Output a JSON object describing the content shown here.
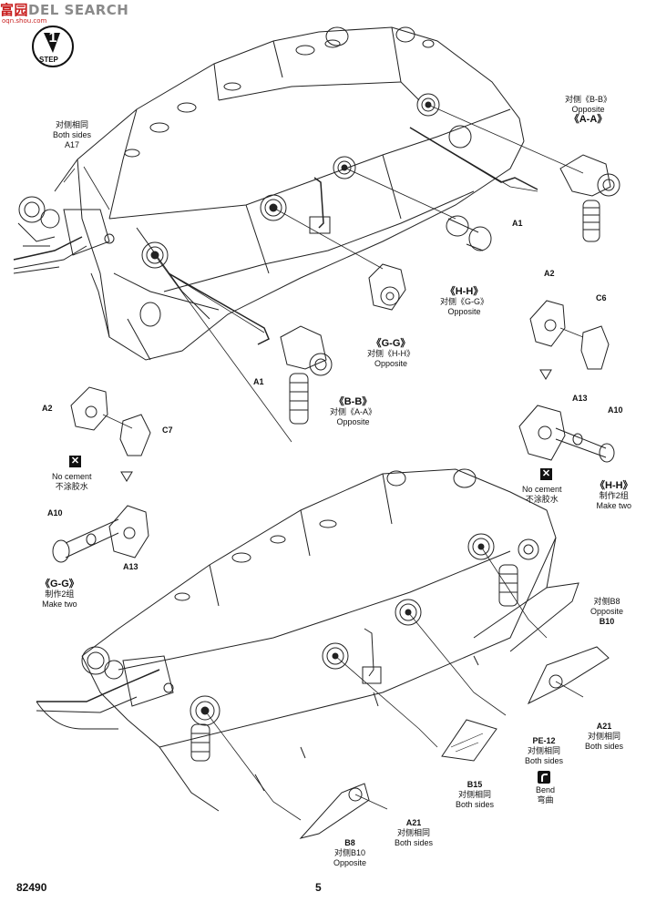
{
  "watermark": {
    "brand_a": "富",
    "brand_b": "园",
    "brand_c": "DEL",
    "search": "SEARCH",
    "url": "oqn.shou.com"
  },
  "step": {
    "number": "1",
    "label": "STEP"
  },
  "page": {
    "kit_number": "82490",
    "page_number": "5"
  },
  "labels": {
    "a17_note": {
      "cn": "对侧相同",
      "en": "Both sides",
      "part": "A17"
    },
    "bb_aa_top": {
      "cn": "对侧《B-B》",
      "en": "Opposite",
      "ref": "《A-A》"
    },
    "a1_right": "A1",
    "a2_right": "A2",
    "c6": "C6",
    "hh_gg": {
      "ref": "《H-H》",
      "cn": "对侧《G-G》",
      "en": "Opposite"
    },
    "gg_hh": {
      "ref": "《G-G》",
      "cn": "对侧《H-H》",
      "en": "Opposite"
    },
    "a1_left": "A1",
    "bb_aa_bottom": {
      "ref": "《B-B》",
      "cn": "对侧《A-A》",
      "en": "Opposite"
    },
    "a2_left": "A2",
    "c7": "C7",
    "a13_right": "A13",
    "a10_right": "A10",
    "no_cement_right": {
      "en": "No cement",
      "cn": "不涂胶水"
    },
    "hh_make": {
      "ref": "《H-H》",
      "cn": "制作2组",
      "en": "Make two"
    },
    "no_cement_left": {
      "en": "No cement",
      "cn": "不涂胶水"
    },
    "a10_left": "A10",
    "a13_left": "A13",
    "gg_make": {
      "ref": "《G-G》",
      "cn": "制作2组",
      "en": "Make two"
    },
    "b8_b10": {
      "cn1": "对侧B8",
      "en": "Opposite",
      "part": "B10"
    },
    "a21_right": {
      "part": "A21",
      "cn": "对侧相同",
      "en": "Both sides"
    },
    "pe12": {
      "part": "PE-12",
      "cn": "对侧相同",
      "en": "Both sides"
    },
    "bend": {
      "en": "Bend",
      "cn": "弯曲"
    },
    "b15": {
      "part": "B15",
      "cn": "对侧相同",
      "en": "Both sides"
    },
    "a21_bottom": {
      "part": "A21",
      "cn": "对侧相同",
      "en": "Both sides"
    },
    "b8_bottom": {
      "part": "B8",
      "cn": "对侧B10",
      "en": "Opposite"
    }
  }
}
